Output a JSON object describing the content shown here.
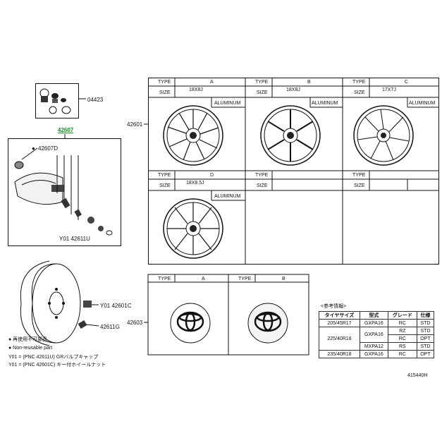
{
  "parts": {
    "p04423": "04423",
    "p42607": "42607",
    "p42607d": "42607D",
    "p42611u": "Y01 42611U",
    "p42601": "42601",
    "p42603": "42603",
    "p42601c": "Y01 42601C",
    "p42611g": "42611G"
  },
  "wheel_table": {
    "type_label": "TYPE",
    "size_label": "SIZE",
    "material": "ALUMINUM",
    "cells": [
      {
        "type": "A",
        "size": "18X8J"
      },
      {
        "type": "B",
        "size": "18X8J"
      },
      {
        "type": "C",
        "size": "17X7J"
      },
      {
        "type": "D",
        "size": "18X8.5J"
      }
    ]
  },
  "cap_table": {
    "type_label": "TYPE",
    "cells": [
      {
        "type": "A"
      },
      {
        "type": "B"
      }
    ]
  },
  "notes": {
    "line1": "● 再使用不可部品",
    "line2": "● Non-reusable part",
    "line3": "Y01 = (PNC 42611U) GRバルブキャップ",
    "line4": "Y01 = (PNC 42601C) キー付ホイールナット"
  },
  "ref": {
    "title": "<参考情報>",
    "headers": [
      "タイヤサイズ",
      "型式",
      "グレード",
      "仕様"
    ],
    "rows": [
      [
        "205/45R17",
        "GXPA16",
        "RC",
        "STD"
      ],
      [
        "225/40R18",
        "GXPA16",
        "RZ",
        "STD"
      ],
      [
        "",
        "",
        "RC",
        "OPT"
      ],
      [
        "",
        "MXPA12",
        "RS",
        "STD"
      ],
      [
        "235/40R18",
        "GXPA16",
        "RC",
        "OPT"
      ]
    ]
  },
  "drawing_id": "415440H"
}
